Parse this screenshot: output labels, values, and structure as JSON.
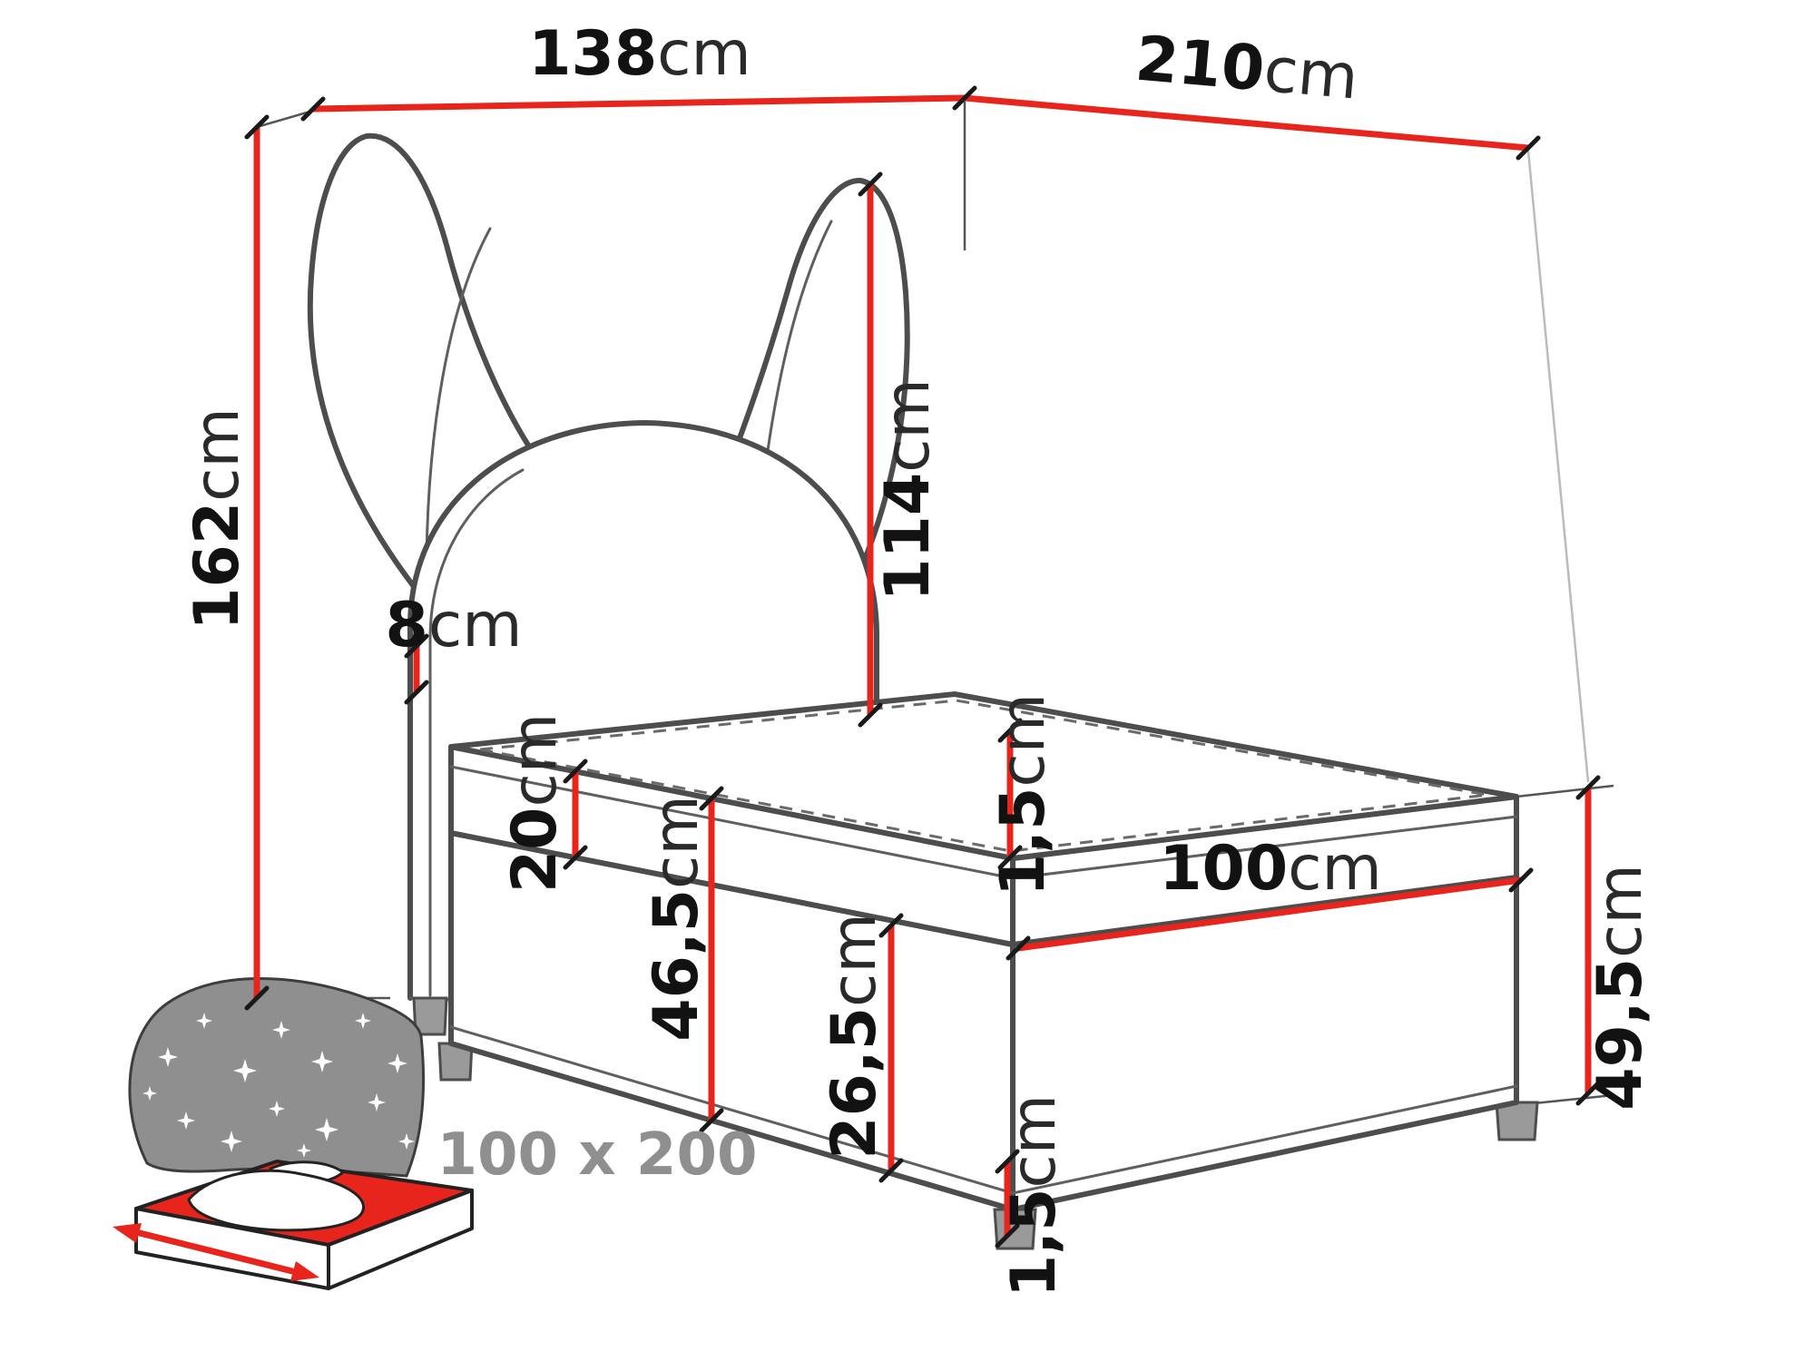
{
  "colors": {
    "dimension_red": "#e8251d",
    "outline_gray": "#4d4d4d",
    "inset_gray": "#8f8f8f",
    "label_black": "#121212",
    "background": "#ffffff"
  },
  "dimensions": {
    "headboard_width": {
      "value": "138",
      "unit": "cm"
    },
    "wall_depth": {
      "value": "210",
      "unit": "cm"
    },
    "total_height": {
      "value": "162",
      "unit": "cm"
    },
    "headboard_height": {
      "value": "114",
      "unit": "cm"
    },
    "headboard_thickness": {
      "value": "8",
      "unit": "cm"
    },
    "mattress_thickness": {
      "value": "20",
      "unit": "cm"
    },
    "topper_edge": {
      "value": "1,5",
      "unit": "cm"
    },
    "side_height": {
      "value": "46,5",
      "unit": "cm"
    },
    "base_height": {
      "value": "26,5",
      "unit": "cm"
    },
    "bed_width": {
      "value": "100",
      "unit": "cm"
    },
    "frame_height": {
      "value": "49,5",
      "unit": "cm"
    },
    "bottom_edge": {
      "value": "1,5",
      "unit": "cm"
    }
  },
  "inset": {
    "sleeping_area_label": "100 x 200"
  }
}
